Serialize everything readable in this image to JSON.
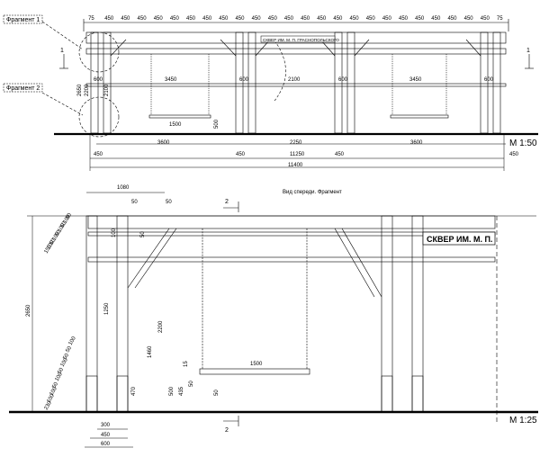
{
  "labels": {
    "fragment_1": "Фрагмент 1",
    "fragment_2": "Фрагмент 2",
    "section_1": "1",
    "section_2": "2",
    "view_front_fragment": "Вид спереди. Фрагмент",
    "scale_top": "М 1:50",
    "scale_bottom": "М 1:25",
    "sign_text_top": "СКВЕР ИМ. М. П. ГРАСНОПОЛЬСКОГО",
    "sign_text_bottom": "СКВЕР ИМ. М. П."
  },
  "top_view": {
    "pitch_dims": [
      "75",
      "450",
      "450",
      "450",
      "450",
      "450",
      "450",
      "450",
      "450",
      "450",
      "450",
      "450",
      "450",
      "450",
      "450",
      "450",
      "450",
      "450",
      "450",
      "450",
      "450",
      "450",
      "450",
      "450",
      "450",
      "75"
    ],
    "row_dims": [
      "600",
      "3450",
      "600",
      "2100",
      "600",
      "3450",
      "600"
    ],
    "left_vertical": [
      "2650",
      "2200",
      "2100"
    ],
    "bottom_dims_row1": [
      "3600",
      "2250",
      "3600"
    ],
    "bottom_dims_row2": [
      "450",
      "450",
      "11250",
      "450",
      "450"
    ],
    "total": "11400",
    "seat_width": "1500",
    "seat_height": "500"
  },
  "detail_view": {
    "top_dims": [
      "1080",
      "50",
      "50"
    ],
    "left_stack_top": [
      "150",
      "100",
      "50",
      "100",
      "50",
      "100",
      "50",
      "100",
      "50"
    ],
    "left_stack_bottom": [
      "230",
      "100",
      "100",
      "50",
      "100",
      "50",
      "100",
      "50",
      "50",
      "100"
    ],
    "mid_vertical": [
      "1250",
      "1460",
      "2200",
      "470"
    ],
    "overall_height": "2650",
    "bottom_dims": [
      "300",
      "450",
      "600"
    ],
    "seat_width": "1500",
    "seat_dims": [
      "500",
      "435",
      "50",
      "15",
      "50"
    ],
    "post_dims": [
      "100",
      "50"
    ]
  }
}
